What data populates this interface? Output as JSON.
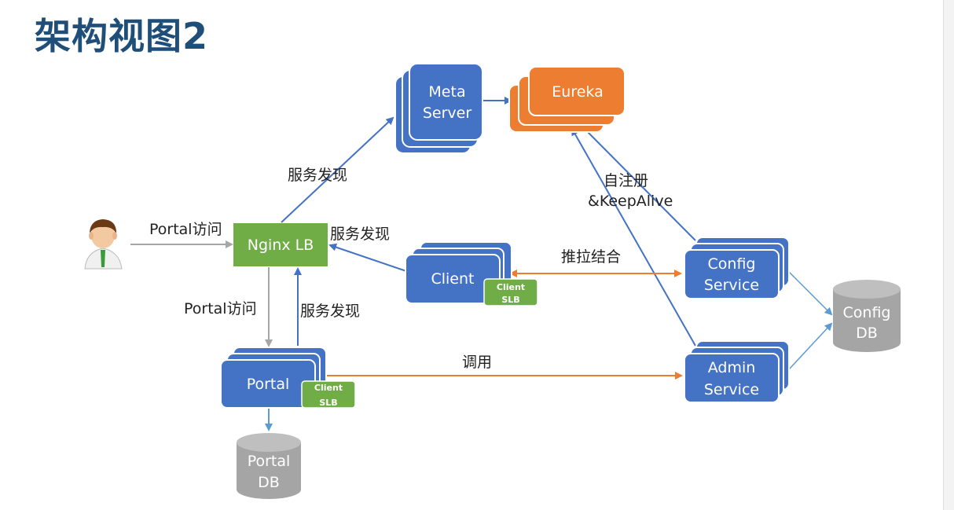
{
  "title": "架构视图2",
  "nodes": {
    "meta_server": [
      "Meta",
      "Server"
    ],
    "eureka": "Eureka",
    "nginx_lb": "Nginx LB",
    "client": "Client",
    "client_slb_1": [
      "Client",
      "SLB"
    ],
    "portal": "Portal",
    "client_slb_2": [
      "Client",
      "SLB"
    ],
    "config_service": [
      "Config",
      "Service"
    ],
    "admin_service": [
      "Admin",
      "Service"
    ],
    "config_db": [
      "Config",
      "DB"
    ],
    "portal_db": [
      "Portal",
      "DB"
    ]
  },
  "edge_labels": {
    "nginx_to_meta": "服务发现",
    "user_to_nginx": "Portal访问",
    "client_to_nginx": "服务发现",
    "nginx_to_portal": "Portal访问",
    "portal_to_nginx": "服务发现",
    "self_register_1": "自注册",
    "self_register_2": "&KeepAlive",
    "client_config": "推拉结合",
    "portal_admin": "调用"
  },
  "colors": {
    "title": "#1f4e79",
    "blue_box": "#4472c4",
    "orange_box": "#ed7d31",
    "green_box": "#70ad47",
    "db_gray": "#a5a5a5",
    "blue_arrow": "#4472c4",
    "orange_arrow": "#ed7d31",
    "gray_arrow": "#a6a6a6",
    "light_blue_arrow": "#5b9bd5"
  },
  "icons": {
    "user": "user-icon"
  }
}
